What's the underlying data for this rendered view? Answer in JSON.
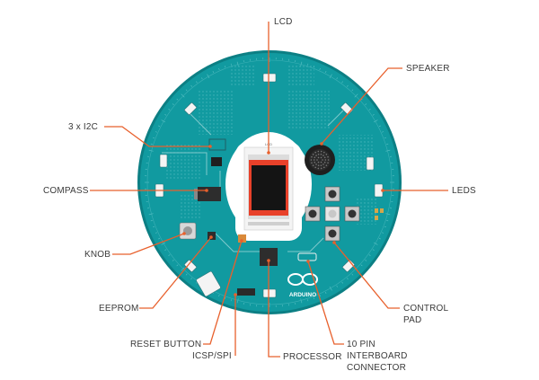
{
  "labels": {
    "lcd": "LCD",
    "speaker": "SPEAKER",
    "i2c": "3 x I2C",
    "compass": "COMPASS",
    "leds": "LEDS",
    "knob": "KNOB",
    "eeprom": "EEPROM",
    "control_pad_line1": "CONTROL",
    "control_pad_line2": "PAD",
    "reset_button": "RESET BUTTON",
    "icsp_spi": "ICSP/SPI",
    "processor": "PROCESSOR",
    "interboard_line1": "10 PIN",
    "interboard_line2": "INTERBOARD",
    "interboard_line3": "CONNECTOR"
  },
  "board": {
    "logo_text": "ARDUINO",
    "lcd_top_text": "LCD"
  },
  "colors": {
    "board": "#119aa0",
    "board_dark": "#0c7f84",
    "leader": "#e8602c",
    "label_text": "#3a3a3a",
    "lcd_screen": "#e8412a"
  }
}
